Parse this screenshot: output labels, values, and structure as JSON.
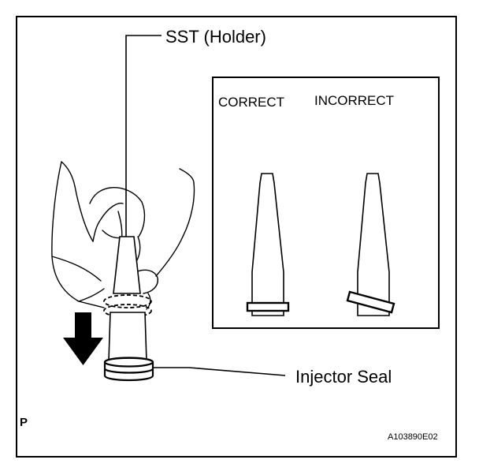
{
  "labels": {
    "sst": "SST (Holder)",
    "injector_seal": "Injector Seal",
    "correct": "CORRECT",
    "incorrect": "INCORRECT",
    "corner_mark": "P",
    "figure_id": "A103890E02"
  },
  "colors": {
    "ink": "#000000",
    "paper": "#ffffff"
  },
  "icons": {
    "push_direction": "arrow-down-icon"
  }
}
